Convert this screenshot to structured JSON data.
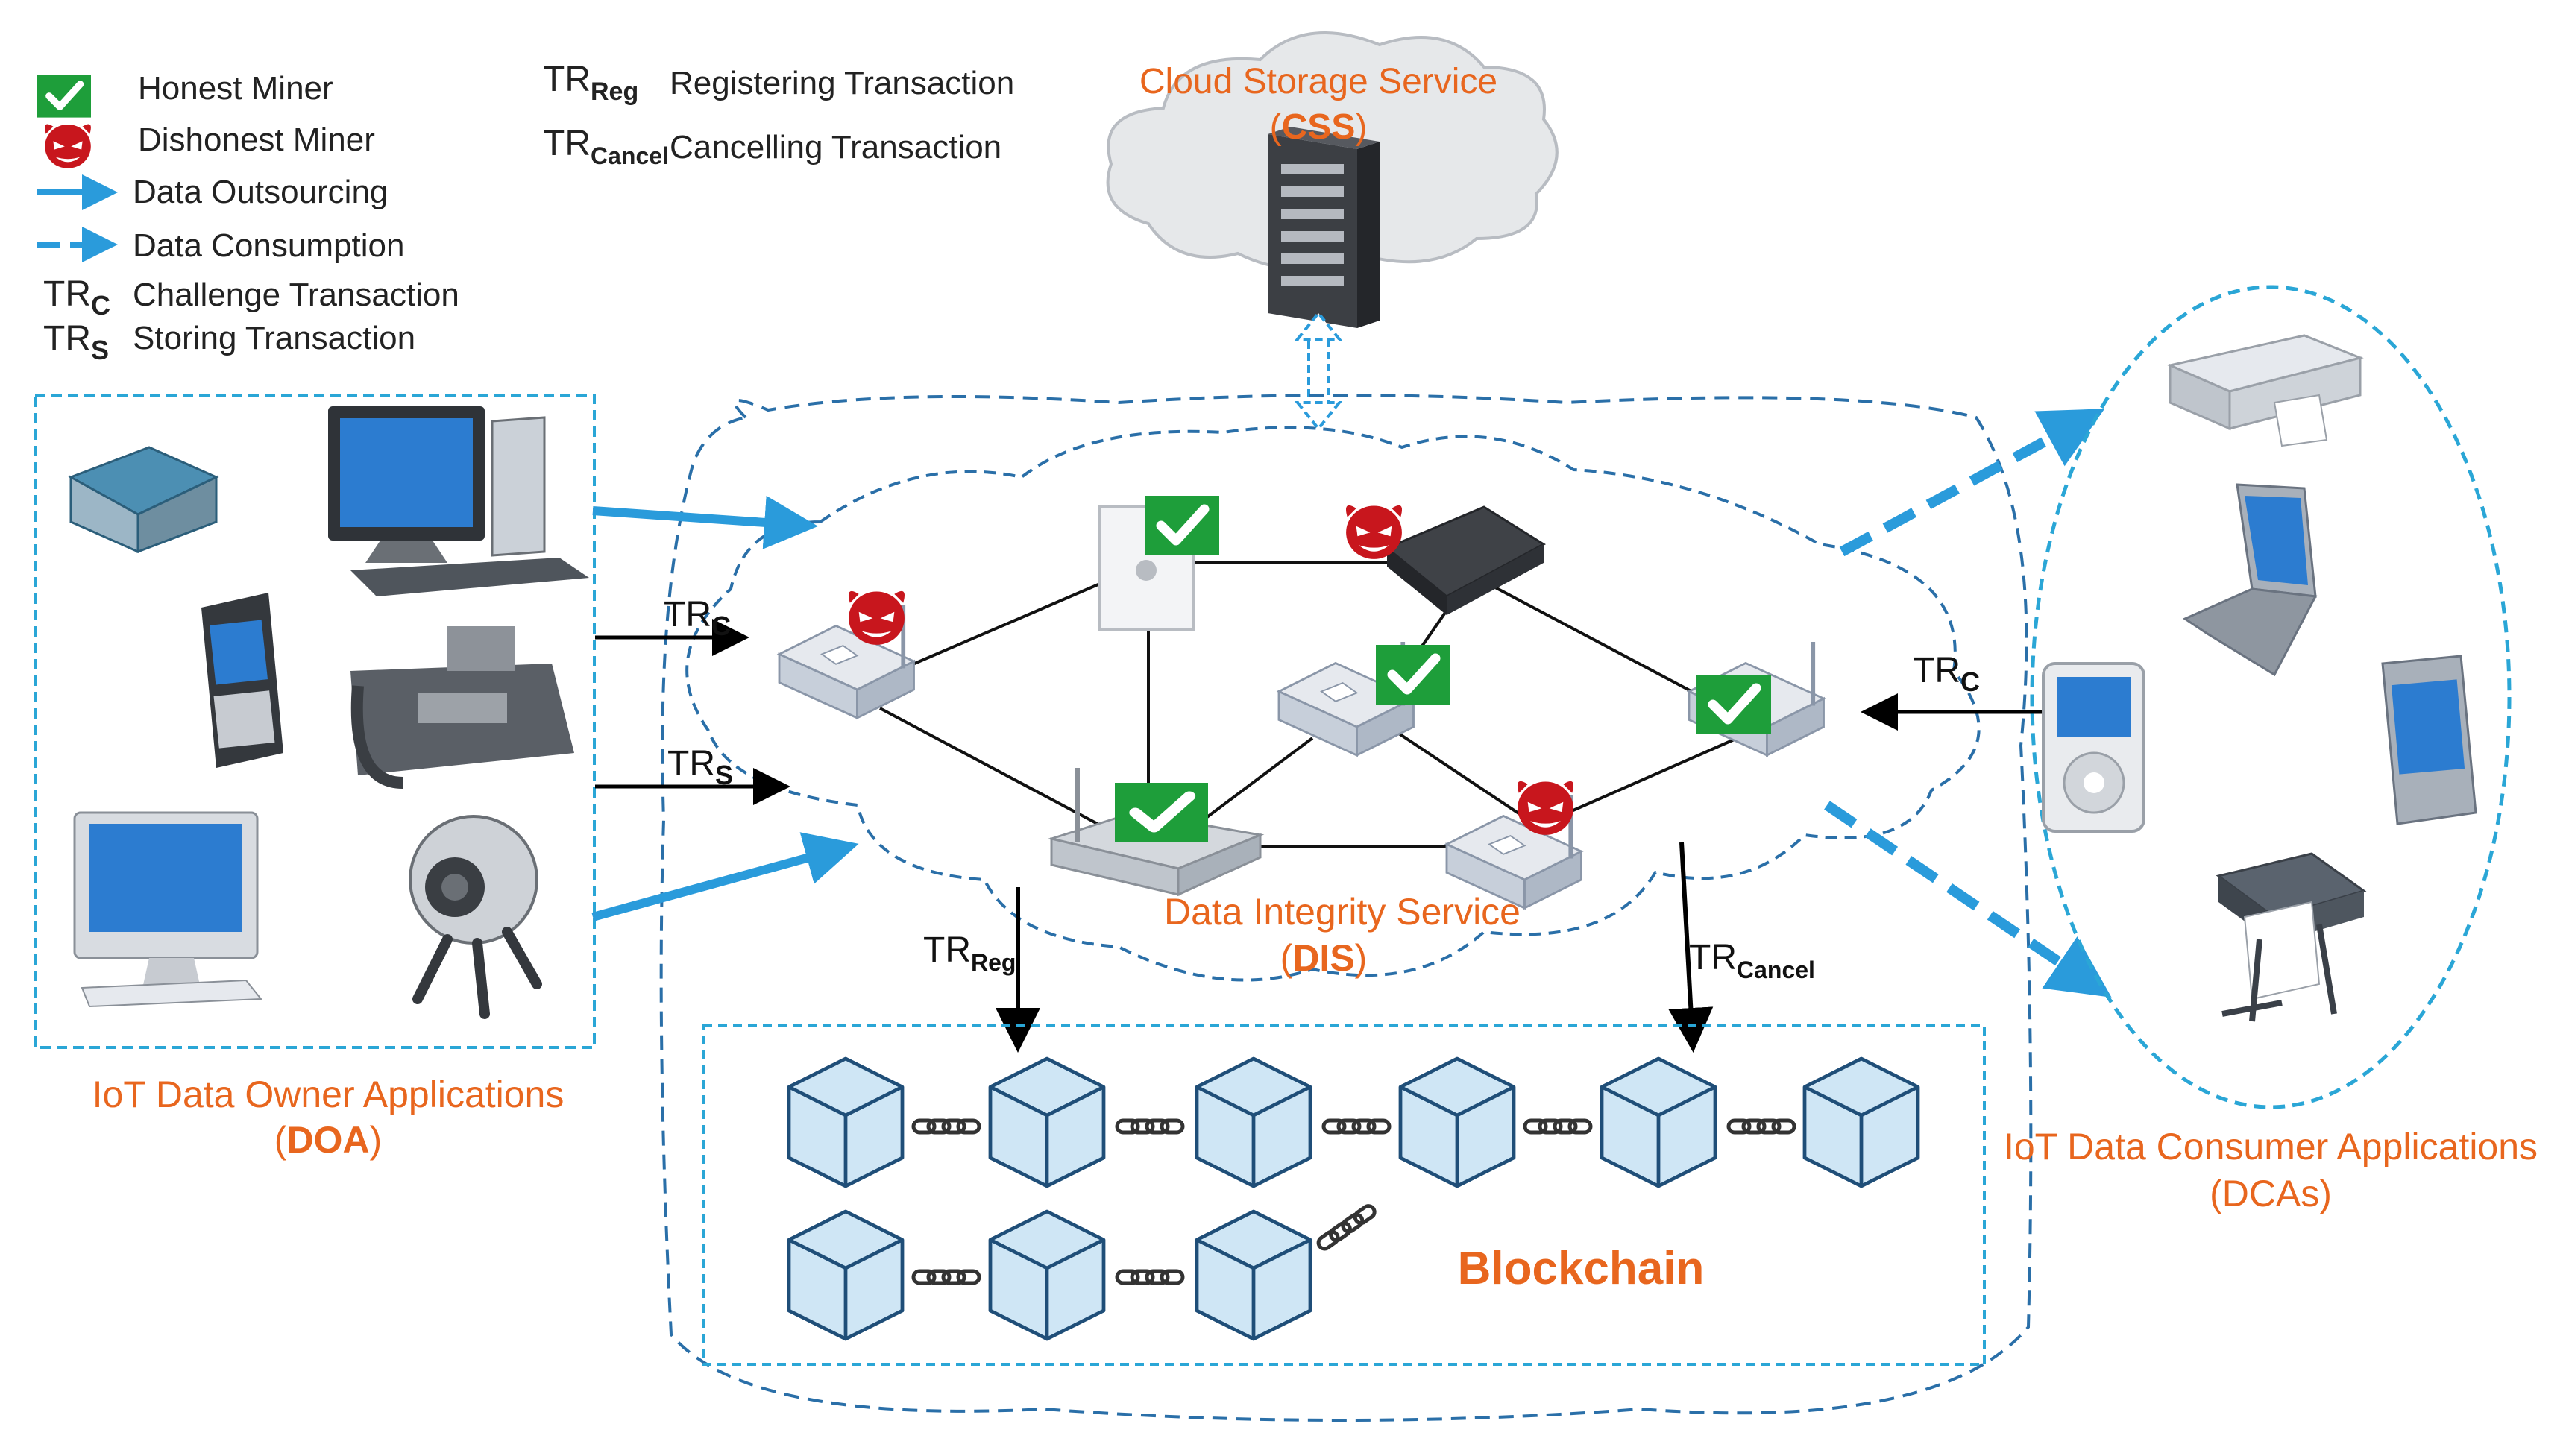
{
  "legend": {
    "honest_miner": "Honest Miner",
    "dishonest_miner": "Dishonest Miner",
    "data_outsourcing": "Data Outsourcing",
    "data_consumption": "Data Consumption",
    "challenge_sym": "TR",
    "challenge_sub": "C",
    "challenge": "Challenge Transaction",
    "storing_sym": "TR",
    "storing_sub": "S",
    "storing": "Storing Transaction",
    "reg_sym": "TR",
    "reg_sub": "Reg",
    "registering": "Registering Transaction",
    "cancel_sym": "TR",
    "cancel_sub": "Cancel",
    "cancelling": "Cancelling Transaction"
  },
  "css": {
    "title": "Cloud Storage Service",
    "abbr_open": "(",
    "abbr": "CSS",
    "abbr_close": ")"
  },
  "dis": {
    "title": "Data Integrity Service",
    "abbr_open": "(",
    "abbr": "DIS",
    "abbr_close": ")"
  },
  "doa": {
    "title": "IoT Data Owner Applications",
    "abbr_open": "(",
    "abbr": "DOA",
    "abbr_close": ")"
  },
  "dca": {
    "title": "IoT Data Consumer Applications",
    "abbr": "(DCAs)"
  },
  "blockchain": {
    "title": "Blockchain"
  },
  "tx": {
    "trc_left_sym": "TR",
    "trc_left_sub": "C",
    "trs_sym": "TR",
    "trs_sub": "S",
    "trc_right_sym": "TR",
    "trc_right_sub": "C",
    "trreg_sym": "TR",
    "trreg_sub": "Reg",
    "trcancel_sym": "TR",
    "trcancel_sub": "Cancel"
  },
  "colors": {
    "orange": "#E8661E",
    "arrow_blue": "#2A9BDB",
    "check_green": "#1E9E3A",
    "devil_red": "#C8161D",
    "cube_fill": "#CFE6F5",
    "cube_stroke": "#1F4E78"
  }
}
